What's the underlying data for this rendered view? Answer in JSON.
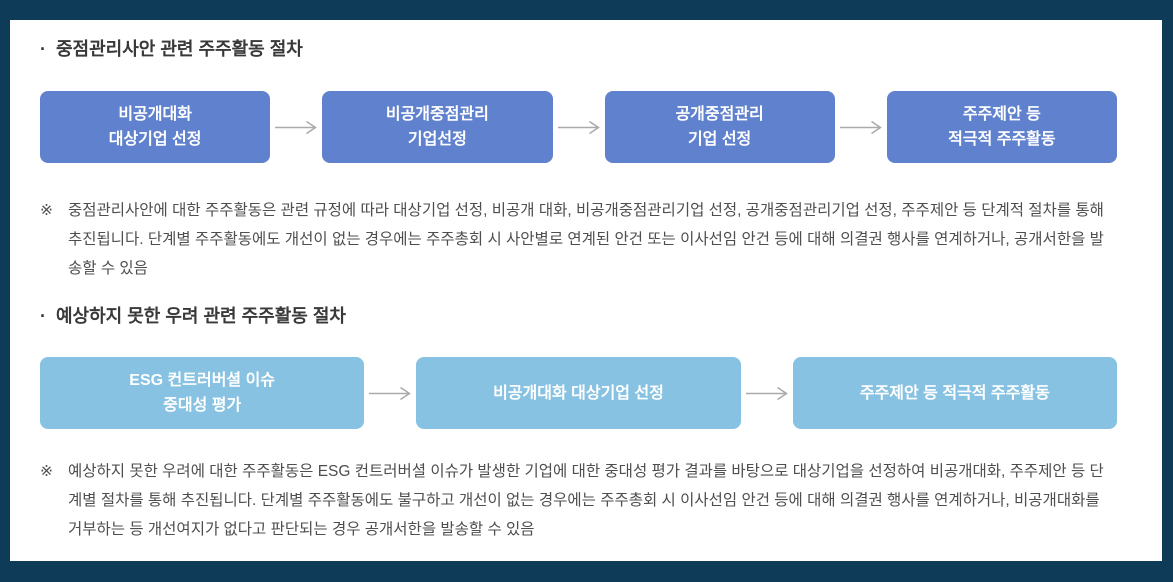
{
  "colors": {
    "frame": "#0e3c58",
    "primary_box": "#6081cd",
    "secondary_box": "#87c2e2",
    "box_text": "#ffffff",
    "title_text": "#393939",
    "note_text": "#4e4e4e",
    "arrow": "#aaaaaa",
    "background": "#ffffff"
  },
  "icons": {
    "flow_arrow": "arrow-right-icon"
  },
  "section1": {
    "bullet": "·",
    "title": "중점관리사안 관련 주주활동 절차",
    "steps": [
      {
        "lines": [
          "비공개대화",
          "대상기업 선정"
        ]
      },
      {
        "lines": [
          "비공개중점관리",
          "기업선정"
        ]
      },
      {
        "lines": [
          "공개중점관리",
          "기업 선정"
        ]
      },
      {
        "lines": [
          "주주제안 등",
          "적극적 주주활동"
        ]
      }
    ],
    "note_marker": "※",
    "note": "중점관리사안에 대한 주주활동은 관련 규정에 따라 대상기업 선정, 비공개 대화, 비공개중점관리기업 선정, 공개중점관리기업 선정, 주주제안 등 단계적 절차를 통해 추진됩니다. 단계별 주주활동에도 개선이 없는 경우에는 주주총회 시 사안별로 연계된 안건 또는 이사선임 안건 등에 대해 의결권 행사를 연계하거나, 공개서한을 발송할 수 있음"
  },
  "section2": {
    "bullet": "·",
    "title": "예상하지 못한 우려 관련 주주활동 절차",
    "steps": [
      {
        "lines": [
          "ESG 컨트러버셜 이슈",
          "중대성 평가"
        ]
      },
      {
        "lines": [
          "비공개대화 대상기업 선정"
        ]
      },
      {
        "lines": [
          "주주제안 등 적극적 주주활동"
        ]
      }
    ],
    "note_marker": "※",
    "note": "예상하지 못한 우려에 대한 주주활동은 ESG 컨트러버셜 이슈가 발생한 기업에 대한 중대성 평가 결과를 바탕으로 대상기업을 선정하여 비공개대화, 주주제안 등 단계별 절차를 통해 추진됩니다. 단계별 주주활동에도 불구하고 개선이 없는 경우에는 주주총회 시 이사선임 안건 등에 대해 의결권 행사를 연계하거나, 비공개대화를 거부하는 등 개선여지가 없다고 판단되는 경우 공개서한을 발송할 수 있음"
  }
}
